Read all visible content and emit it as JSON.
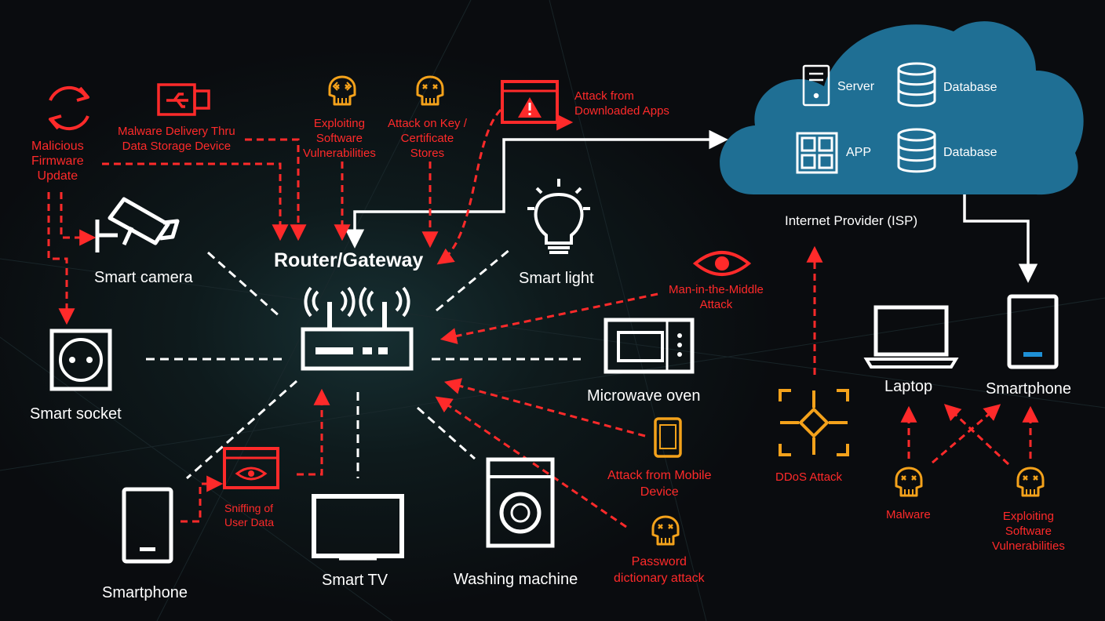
{
  "hub": {
    "label": "Router/Gateway"
  },
  "cloud": {
    "items": [
      "Server",
      "Database",
      "APP",
      "Database"
    ],
    "label": "Internet Provider (ISP)"
  },
  "devices": {
    "smart_camera": "Smart camera",
    "smart_light": "Smart light",
    "smart_socket": "Smart socket",
    "microwave_oven": "Microwave oven",
    "smartphone": "Smartphone",
    "smart_tv": "Smart TV",
    "washing_machine": "Washing machine",
    "laptop": "Laptop",
    "isp_smartphone": "Smartphone"
  },
  "threats": {
    "malicious_firmware": [
      "Malicious",
      "Firmware",
      "Update"
    ],
    "malware_delivery": [
      "Malware Delivery Thru",
      "Data Storage Device"
    ],
    "exploiting_software": [
      "Exploiting",
      "Software",
      "Vulnerabilities"
    ],
    "attack_key_stores": [
      "Attack on Key /",
      "Certificate",
      "Stores"
    ],
    "downloaded_apps": [
      "Attack from",
      "Downloaded Apps"
    ],
    "mitm": [
      "Man-in-the-Middle",
      "Attack"
    ],
    "mobile_device": [
      "Attack from Mobile",
      "Device"
    ],
    "password_dictionary": [
      "Password",
      "dictionary attack"
    ],
    "sniffing": [
      "Sniffing of",
      "User Data"
    ],
    "ddos": "DDoS Attack",
    "malware": "Malware",
    "exploiting_software_2": [
      "Exploiting",
      "Software",
      "Vulnerabilities"
    ]
  },
  "colors": {
    "attack": "#ff2a2a",
    "skull": "#f4a21b",
    "cloud": "#1f6f94",
    "link": "#ffffff"
  }
}
